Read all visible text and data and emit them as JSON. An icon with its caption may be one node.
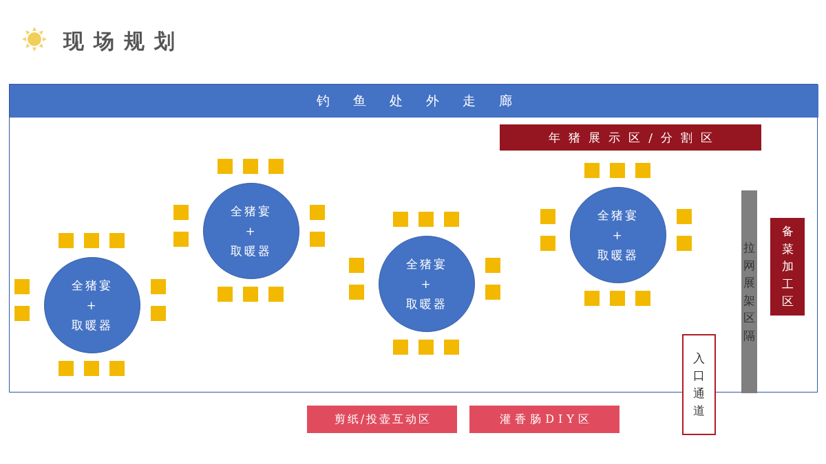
{
  "diagram": {
    "title": "现场规划",
    "nodes": [
      {
        "text": [],
        "shape": "box"
      },
      {
        "text": [
          "钓鱼处外走廊"
        ],
        "in": 0
      },
      {
        "text": [
          "年猪展示区/分割区"
        ],
        "in": 0
      },
      {
        "text": [
          "全猪宴",
          "+",
          "取暖器"
        ],
        "in": 0
      },
      {
        "text": [
          "全猪宴",
          "+",
          "取暖器"
        ],
        "in": 0
      },
      {
        "text": [
          "全猪宴",
          "+",
          "取暖器"
        ],
        "in": 0
      },
      {
        "text": [
          "全猪宴",
          "+",
          "取暖器"
        ],
        "in": 0
      },
      {
        "text": [
          "拉网展架区隔"
        ],
        "in": 0
      },
      {
        "text": [
          "备菜加工区"
        ],
        "in": 0
      },
      {
        "text": [
          "入口通道"
        ]
      },
      {
        "text": [
          "剪纸/投壶互动区"
        ]
      },
      {
        "text": [
          "灌香肠DIY区"
        ]
      }
    ],
    "edges": []
  }
}
